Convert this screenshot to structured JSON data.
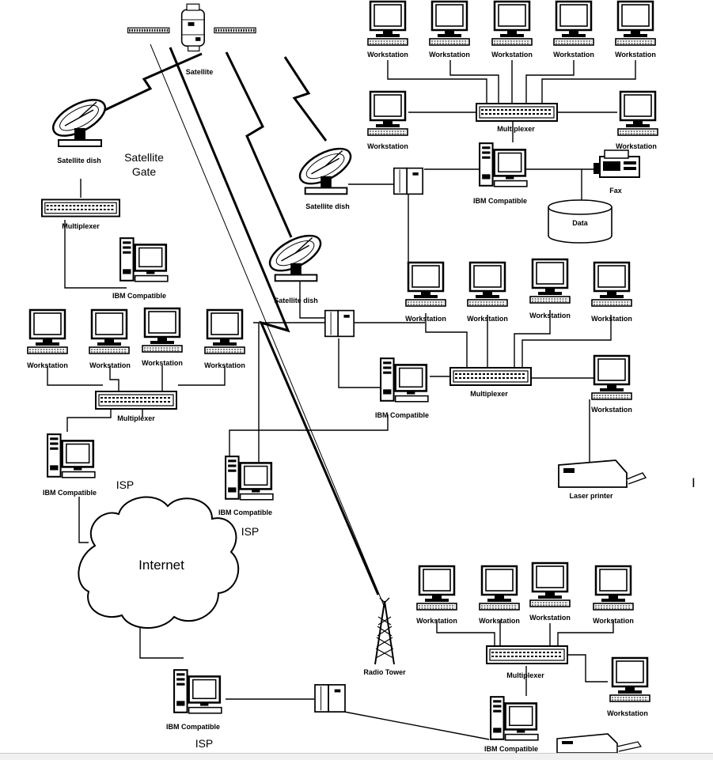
{
  "labels": {
    "satellite": "Satellite",
    "satellite_gate": [
      "Satellite",
      "Gate"
    ],
    "satellite_dish": "Satellite dish",
    "workstation": "Workstation",
    "multiplexer": "Multiplexer",
    "ibm_compatible": "IBM Compatible",
    "fax": "Fax",
    "data": "Data",
    "laser_printer": "Laser printer",
    "isp": "ISP",
    "internet": "Internet",
    "radio_tower": "Radio Tower",
    "cursor_mark": "I"
  },
  "icons": {
    "workstation": "monitor-icon",
    "pc": "tower-pc-icon",
    "multiplexer": "multiplexer-icon",
    "dish": "satellite-dish-icon",
    "satellite": "satellite-icon",
    "fax": "fax-icon",
    "printer": "laser-printer-icon",
    "tower": "radio-tower-icon",
    "cloud": "cloud-icon",
    "database": "database-icon",
    "modem": "modem-icon"
  },
  "colors": {
    "ink": "#000000",
    "paper": "#ffffff"
  }
}
